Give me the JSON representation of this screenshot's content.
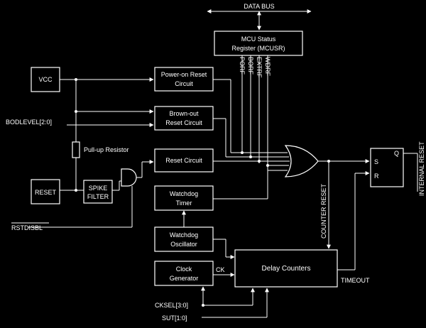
{
  "data_bus": "DATA BUS",
  "mcusr": {
    "line1": "MCU Status",
    "line2": "Register (MCUSR)",
    "flags": [
      "PORF",
      "BORF",
      "EXTRF",
      "WDRF"
    ]
  },
  "vcc": "VCC",
  "por": {
    "line1": "Power-on Reset",
    "line2": "Circuit"
  },
  "bod": {
    "line1": "Brown-out",
    "line2": "Reset Circuit"
  },
  "bodlevel": "BODLEVEL[2:0]",
  "pullup": "Pull-up Resistor",
  "reset_circuit": "Reset Circuit",
  "reset_pin": "RESET",
  "spike": {
    "line1": "SPIKE",
    "line2": "FILTER"
  },
  "rstdisbl": "RSTDISBL",
  "wdt": {
    "line1": "Watchdog",
    "line2": "Timer"
  },
  "wdo": {
    "line1": "Watchdog",
    "line2": "Oscillator"
  },
  "clock": {
    "line1": "Clock",
    "line2": "Generator"
  },
  "ck": "CK",
  "delay": "Delay Counters",
  "timeout": "TIMEOUT",
  "counter_reset": "COUNTER RESET",
  "internal_reset": "INTERNAL  RESET",
  "sr": {
    "s": "S",
    "r": "R",
    "q": "Q"
  },
  "cksel": "CKSEL[3:0]",
  "sut": "SUT[1:0]"
}
